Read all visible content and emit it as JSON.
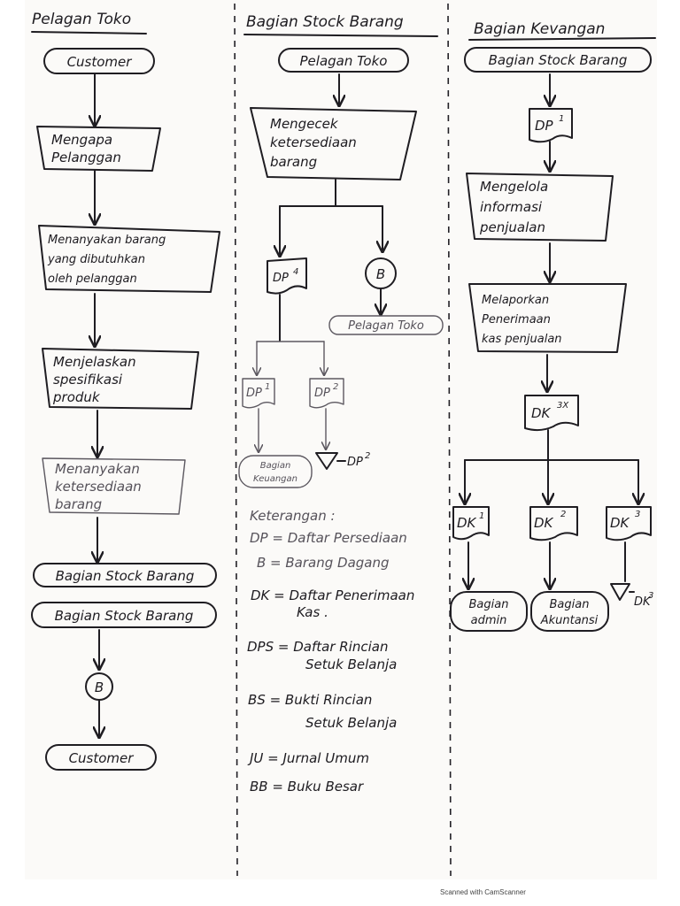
{
  "columns": {
    "toko": "Pelagan Toko",
    "stock": "Bagian Stock Barang",
    "keuangan": "Bagian Kevangan"
  },
  "toko_flow": {
    "customer_start": "Customer",
    "step1": [
      "Mengapa",
      "Pelanggan"
    ],
    "step2": [
      "Menanyakan barang",
      "yang dibutuhkan",
      "oleh pelanggan"
    ],
    "step3": [
      "Menjelaskan",
      "spesifikasi",
      "produk"
    ],
    "step4": [
      "Menanyakan",
      "ketersediaan",
      "barang"
    ],
    "stock_ref1": "Bagian Stock Barang",
    "stock_ref2": "Bagian Stock Barang",
    "connector": "B",
    "customer_end": "Customer"
  },
  "stock_flow": {
    "from": "Pelagan Toko",
    "check": [
      "Mengecek",
      "ketersediaan",
      "barang"
    ],
    "doc_dp": "DP",
    "doc_dp_sup": "4",
    "connector": "B",
    "to_toko": "Pelagan Toko",
    "doc_dp1": "DP",
    "doc_dp1_sup": "1",
    "doc_dp2": "DP",
    "doc_dp2_sup": "2",
    "to_keuangan": [
      "Bagian",
      "Keuangan"
    ],
    "archive": "DP",
    "archive_sup": "2"
  },
  "legend": {
    "title": "Keterangan :",
    "items": [
      [
        "DP = Daftar Persediaan"
      ],
      [
        "B = Barang Dagang"
      ],
      [
        "DK = Daftar Penerimaan",
        "Kas ."
      ],
      [
        "DPS = Daftar Rincian",
        "Setuk Belanja"
      ],
      [
        "BS = Bukti Rincian",
        "Setuk Belanja"
      ],
      [
        "JU = Jurnal Umum"
      ],
      [
        "BB = Buku Besar"
      ]
    ]
  },
  "keuangan_flow": {
    "from": "Bagian Stock Barang",
    "doc_dp": "DP",
    "doc_dp_sup": "1",
    "manage": [
      "Mengelola",
      "informasi",
      "penjualan"
    ],
    "report": [
      "Melaporkan",
      "Penerimaan",
      "kas penjualan"
    ],
    "doc_dk": "DK",
    "doc_dk_sup": "3X",
    "dk1": "DK",
    "dk1_sup": "1",
    "dk2": "DK",
    "dk2_sup": "2",
    "dk3": "DK",
    "dk3_sup": "3",
    "to_admin": [
      "Bagian",
      "admin"
    ],
    "to_akuntansi": [
      "Bagian",
      "Akuntansi"
    ],
    "archive": "DK",
    "archive_sup": "3"
  },
  "footer": "Scanned with CamScanner"
}
